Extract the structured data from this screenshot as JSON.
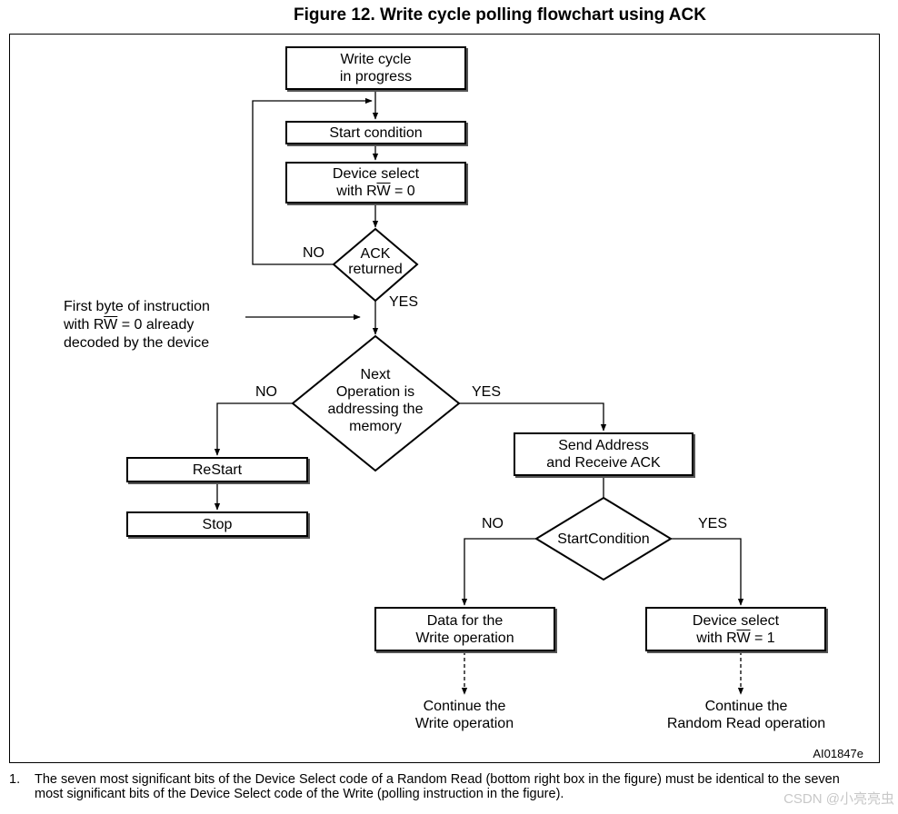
{
  "figure": {
    "title": "Figure 12. Write cycle polling flowchart using ACK",
    "code": "AI01847e"
  },
  "nodes": {
    "write_cycle": {
      "line1": "Write cycle",
      "line2": "in progress"
    },
    "start_condition": {
      "line1": "Start condition"
    },
    "device_select_w": {
      "line1": "Device select",
      "line2_pre": "with R",
      "line2_bar": "W",
      "line2_post": " = 0"
    },
    "ack_returned": {
      "line1": "ACK",
      "line2": "returned"
    },
    "next_operation": {
      "line1": "Next",
      "line2": "Operation is",
      "line3": "addressing the",
      "line4": "memory"
    },
    "restart": {
      "line1": "ReStart"
    },
    "stop": {
      "line1": "Stop"
    },
    "send_address": {
      "line1": "Send Address",
      "line2": "and Receive ACK"
    },
    "start_condition_decision": {
      "line1": "StartCondition"
    },
    "data_write": {
      "line1": "Data for the",
      "line2": "Write operation"
    },
    "device_select_r": {
      "line1": "Device select",
      "line2_pre": "with R",
      "line2_bar": "W",
      "line2_post": " = 1"
    },
    "continue_write": {
      "line1": "Continue the",
      "line2": "Write operation"
    },
    "continue_read": {
      "line1": "Continue the",
      "line2": "Random Read operation"
    }
  },
  "edge_labels": {
    "ack_no": "NO",
    "ack_yes": "YES",
    "next_no": "NO",
    "next_yes": "YES",
    "start_no": "NO",
    "start_yes": "YES"
  },
  "annotation": {
    "line1": "First byte of instruction",
    "line2_pre": "with R",
    "line2_bar": "W",
    "line2_post": " = 0 already",
    "line3": "decoded by the device"
  },
  "footnote": {
    "number": "1.",
    "text": "The seven most significant bits of the Device Select code of a Random Read (bottom right box in the figure) must be identical to the seven most significant bits of the Device Select code of the Write (polling instruction in the figure)."
  },
  "watermark": "CSDN @小亮亮虫"
}
